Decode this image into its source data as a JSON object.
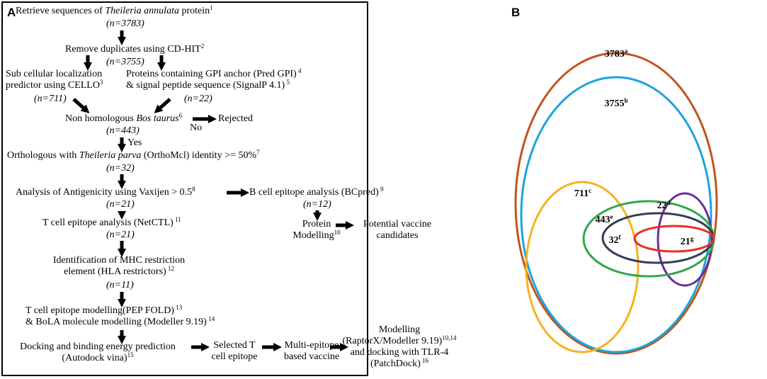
{
  "panel_a": {
    "label": "A",
    "steps": {
      "s1": {
        "pre": "Retrieve sequences of ",
        "em": "Theileria annulata",
        "post": " protein",
        "sup": "1",
        "n": "(n=3783)"
      },
      "s2": {
        "pre": "Remove duplicates using CD-HIT",
        "sup": "2",
        "n": "(n=3755)"
      },
      "s3": {
        "line1": "Sub cellular localization",
        "line2": "predictor using CELLO",
        "sup": "3",
        "n": "(n=711)"
      },
      "s4": {
        "line1": "Proteins containing GPI anchor (Pred GPI)",
        "sup1": " 4",
        "line2": "& signal peptide sequence (SignalP 4.1)",
        "sup2": " 5",
        "n": "(n=22)"
      },
      "s5": {
        "pre": "Non homologous ",
        "em": "Bos taurus",
        "sup": "6",
        "n": "(n=443)",
        "rejected": "Rejected",
        "no": "No",
        "yes": "Yes"
      },
      "s6": {
        "pre": "Orthologous with ",
        "em": "Theileria parva",
        "post": " (OrthoMcl)  identity >= 50%",
        "sup": "7",
        "n": "(n=32)"
      },
      "s7": {
        "pre": "Analysis of Antigenicity using Vaxijen > 0.5",
        "sup": "8",
        "n": "(n=21)"
      },
      "s8": {
        "pre": "B cell epitope analysis (BCpred)",
        "sup": " 9",
        "n": "(n=12)"
      },
      "s9": {
        "pre": "T cell epitope analysis (NetCTL)",
        "sup": " 11",
        "n": "(n=21)"
      },
      "s10": {
        "line1": "Protein",
        "line2": "Modelling",
        "sup": "10"
      },
      "s11": {
        "line1": "Potential vaccine",
        "line2": "candidates"
      },
      "s12": {
        "line1": "Identification of MHC restriction",
        "line2": "element (HLA restrictors)",
        "sup": " 12",
        "n": "(n=11)"
      },
      "s13": {
        "line1": "T cell epitope modelling(PEP FOLD)",
        "sup1": " 13",
        "line2": "& BoLA molecule modelling (Modeller 9.19)",
        "sup2": " 14"
      },
      "s14": {
        "line1": "Docking and binding energy prediction",
        "line2": "(Autodock vina)",
        "sup": "15"
      },
      "s15": {
        "line1": "Selected T",
        "line2": "cell epitope"
      },
      "s16": {
        "line1": "Multi-epitope",
        "line2": "based vaccine"
      },
      "s17": {
        "line1": "Modelling",
        "line2": "(RaptorX/Modeller 9.19)",
        "sup2": "10,14",
        "line3": "and docking with TLR-4",
        "line4": "(PatchDock)",
        "sup4": " 16"
      }
    }
  },
  "panel_b": {
    "label": "B",
    "venn": [
      {
        "value": "3783",
        "sup": "a",
        "color": "#c0541c"
      },
      {
        "value": "3755",
        "sup": "b",
        "color": "#1aa3e0"
      },
      {
        "value": "711",
        "sup": "c",
        "color": "#f6b21f"
      },
      {
        "value": "22",
        "sup": "d",
        "color": "#6a2b9a"
      },
      {
        "value": "443",
        "sup": "e",
        "color": "#2ea84a"
      },
      {
        "value": "32",
        "sup": "f",
        "color": "#2f3e55"
      },
      {
        "value": "21",
        "sup": "g",
        "color": "#ee2a24"
      }
    ]
  }
}
